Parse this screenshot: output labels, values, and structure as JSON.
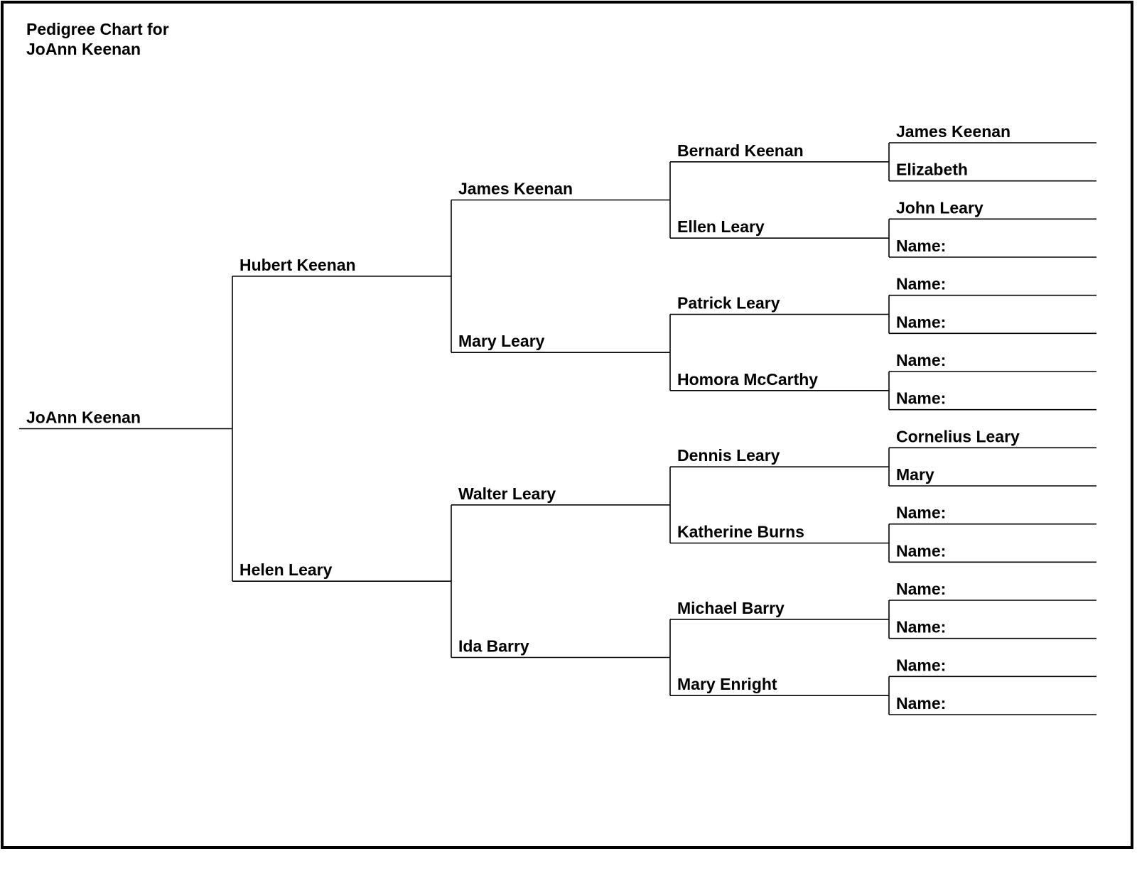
{
  "title": {
    "line1": "Pedigree Chart for",
    "line2": "JoAnn Keenan"
  },
  "generations": [
    [
      "JoAnn Keenan"
    ],
    [
      "Hubert Keenan",
      "Helen Leary"
    ],
    [
      "James Keenan",
      "Mary Leary",
      "Walter Leary",
      "Ida Barry"
    ],
    [
      "Bernard Keenan",
      "Ellen Leary",
      "Patrick Leary",
      "Homora McCarthy",
      "Dennis Leary",
      "Katherine Burns",
      "Michael Barry",
      "Mary Enright"
    ],
    [
      "James Keenan",
      "Elizabeth",
      "John Leary",
      "Name:",
      "Name:",
      "Name:",
      "Name:",
      "Name:",
      "Cornelius Leary",
      "Mary",
      "Name:",
      "Name:",
      "Name:",
      "Name:",
      "Name:",
      "Name:"
    ]
  ]
}
